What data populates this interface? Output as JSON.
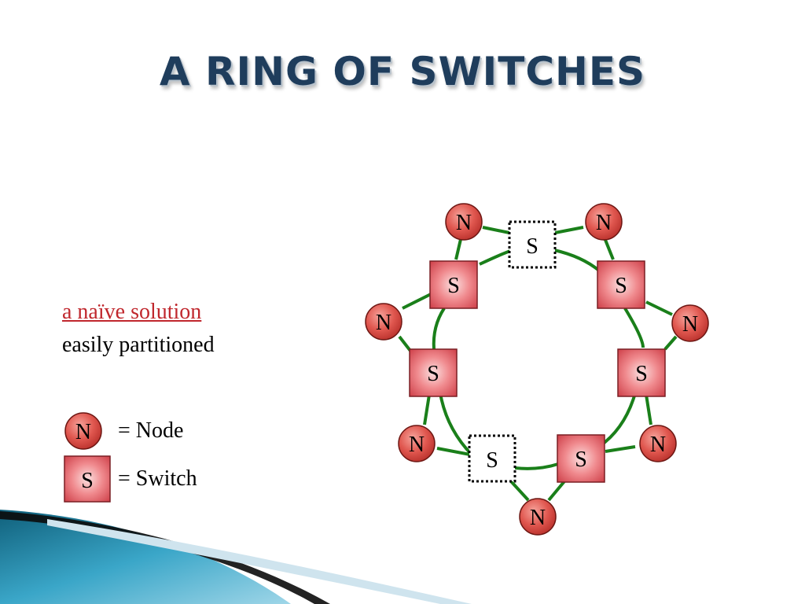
{
  "slide": {
    "title": "A RING OF SWITCHES",
    "text_line_1": "a naïve solution",
    "text_line_2": "easily partitioned"
  },
  "legend": {
    "node_symbol": "N",
    "node_label": "= Node",
    "switch_symbol": "S",
    "switch_label": "= Switch"
  },
  "diagram": {
    "node_label": "N",
    "switch_label": "S",
    "nodes": [
      {
        "id": "n1"
      },
      {
        "id": "n2"
      },
      {
        "id": "n3"
      },
      {
        "id": "n4"
      },
      {
        "id": "n5"
      },
      {
        "id": "n6"
      },
      {
        "id": "n7"
      }
    ],
    "switches": [
      {
        "id": "s-top",
        "failed": true
      },
      {
        "id": "s-upper-right",
        "failed": false
      },
      {
        "id": "s-right",
        "failed": false
      },
      {
        "id": "s-lower-right",
        "failed": false
      },
      {
        "id": "s-bottom",
        "failed": true
      },
      {
        "id": "s-left",
        "failed": false
      },
      {
        "id": "s-upper-left",
        "failed": false
      }
    ]
  },
  "colors": {
    "title": "#1f3d5c",
    "link": "#1a7f1a",
    "node_fill": "#d9534f",
    "switch_fill": "#e8737a",
    "highlight_text": "#c0272d",
    "teal_accent": "#2b8fb0"
  }
}
